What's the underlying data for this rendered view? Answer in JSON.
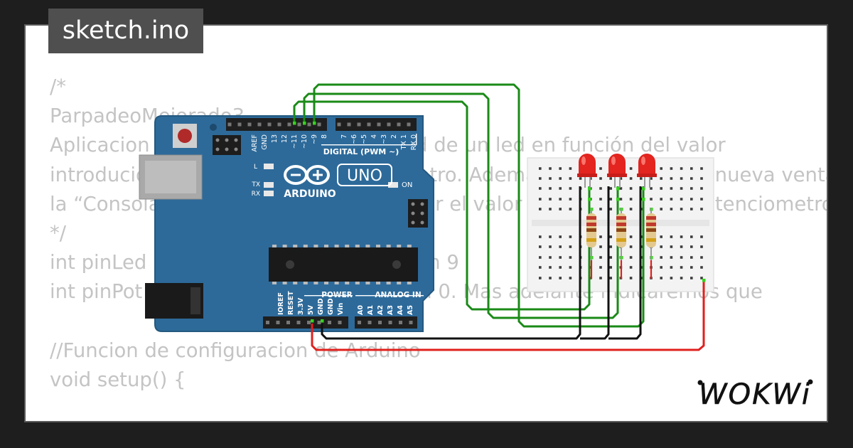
{
  "file_tab": {
    "label": "sketch.ino"
  },
  "code_lines": [
    "/*",
    "ParpadeoMejorado3",
    "Aplicacion que controla la luminosidad de un led en función del valor",
    "introducido a través de un potenciometro. Además muestra en una nueva ventana,",
    "la “Consola serie”, para poder visualizar el valor que devuelve el potenciometro",
    "*/",
    "int pinLed = 9; //llamamos pinLed al pin 9",
    "int pinPot = 0; //llamamos pinPot al pin 0. Mas adelante indicaremos que",
    "",
    "//Funcion de configuracion de Arduino",
    "void setup() {"
  ],
  "arduino": {
    "model": "UNO",
    "brand": "ARDUINO",
    "digital_header": "DIGITAL (PWM ~)",
    "top_pins": [
      "AREF",
      "GND",
      "13",
      "12",
      "~11",
      "~10",
      "~9",
      "8",
      "7",
      "~6",
      "~5",
      "4",
      "~3",
      "2",
      "TX 1",
      "RX 0"
    ],
    "power_header": "POWER",
    "analog_header": "ANALOG IN",
    "bottom_pins": [
      "IOREF",
      "RESET",
      "3.3V",
      "5V",
      "GND",
      "GND",
      "Vin",
      "A0",
      "A1",
      "A2",
      "A3",
      "A4",
      "A5"
    ],
    "led_labels": {
      "l": "L",
      "tx": "TX",
      "rx": "RX",
      "on": "ON"
    }
  },
  "logo": {
    "text": "WOKWi"
  },
  "colors": {
    "background": "#1e1e1e",
    "board": "#2d6a9a",
    "led": "#e3241f",
    "wire_signal": "#1a8a17",
    "wire_ground": "#111111",
    "wire_power": "#e0201e",
    "code_text": "#c4c4c4"
  }
}
